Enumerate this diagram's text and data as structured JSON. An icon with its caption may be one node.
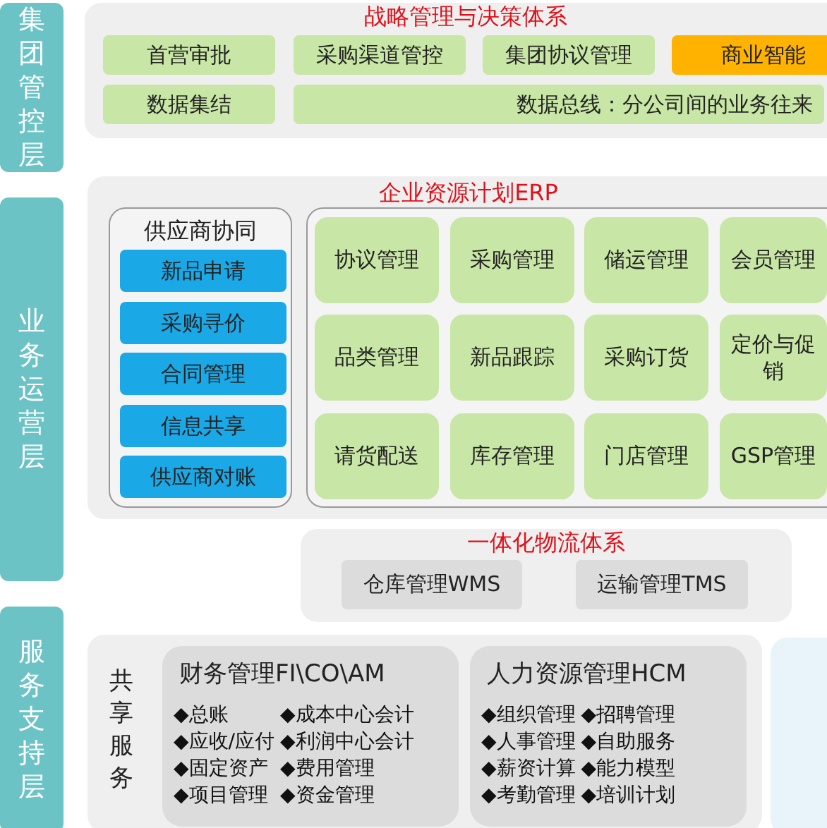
{
  "diagram": {
    "nodes": [
      {
        "text": [
          "集团管控层"
        ]
      },
      {
        "text": [
          "战略管理与决策体系"
        ]
      },
      {
        "text": [
          "首营审批"
        ],
        "in": 1
      },
      {
        "text": [
          "采购渠道管控"
        ],
        "in": 1
      },
      {
        "text": [
          "集团协议管理"
        ],
        "in": 1
      },
      {
        "text": [
          "商业智能"
        ],
        "in": 1
      },
      {
        "text": [
          "数据集结"
        ],
        "in": 1
      },
      {
        "text": [
          "数据总线：分公司间的业务往来"
        ],
        "in": 1
      },
      {
        "text": [
          "业务运营层"
        ]
      },
      {
        "text": [
          "企业资源计划ERP"
        ]
      },
      {
        "text": [
          "供应商协同"
        ],
        "in": 9
      },
      {
        "text": [
          "新品申请"
        ],
        "in": 10
      },
      {
        "text": [
          "采购寻价"
        ],
        "in": 10
      },
      {
        "text": [
          "合同管理"
        ],
        "in": 10
      },
      {
        "text": [
          "信息共享"
        ],
        "in": 10
      },
      {
        "text": [
          "供应商对账"
        ],
        "in": 10
      },
      {
        "text": [],
        "shape": "box",
        "in": 9
      },
      {
        "text": [
          "协议管理"
        ],
        "in": 16
      },
      {
        "text": [
          "采购管理"
        ],
        "in": 16
      },
      {
        "text": [
          "储运管理"
        ],
        "in": 16
      },
      {
        "text": [
          "会员管理"
        ],
        "in": 16
      },
      {
        "text": [
          "品类管理"
        ],
        "in": 16
      },
      {
        "text": [
          "新品跟踪"
        ],
        "in": 16
      },
      {
        "text": [
          "采购订货"
        ],
        "in": 16
      },
      {
        "text": [
          "定价与促销"
        ],
        "in": 16
      },
      {
        "text": [
          "请货配送"
        ],
        "in": 16
      },
      {
        "text": [
          "库存管理"
        ],
        "in": 16
      },
      {
        "text": [
          "门店管理"
        ],
        "in": 16
      },
      {
        "text": [
          "GSP管理"
        ],
        "in": 16
      },
      {
        "text": [
          "一体化物流体系"
        ]
      },
      {
        "text": [
          "仓库管理WMS"
        ],
        "in": 29
      },
      {
        "text": [
          "运输管理TMS"
        ],
        "in": 29
      },
      {
        "text": [
          "服务支持层"
        ]
      },
      {
        "text": [
          "共享服务"
        ]
      },
      {
        "text": [
          "财务管理FI\\CO\\AM",
          "◆总账",
          "◆成本中心会计",
          "◆应收/应付",
          "◆利润中心会计",
          "◆固定资产",
          "◆费用管理",
          "◆项目管理",
          "◆资金管理"
        ],
        "in": 33
      },
      {
        "text": [
          "人力资源管理HCM",
          "◆组织管理",
          "◆招聘管理",
          "◆人事管理",
          "◆自助服务",
          "◆薪资计算",
          "◆能力模型",
          "◆考勤管理",
          "◆培训计划"
        ],
        "in": 33
      },
      {
        "text": [],
        "shape": "box"
      }
    ]
  }
}
